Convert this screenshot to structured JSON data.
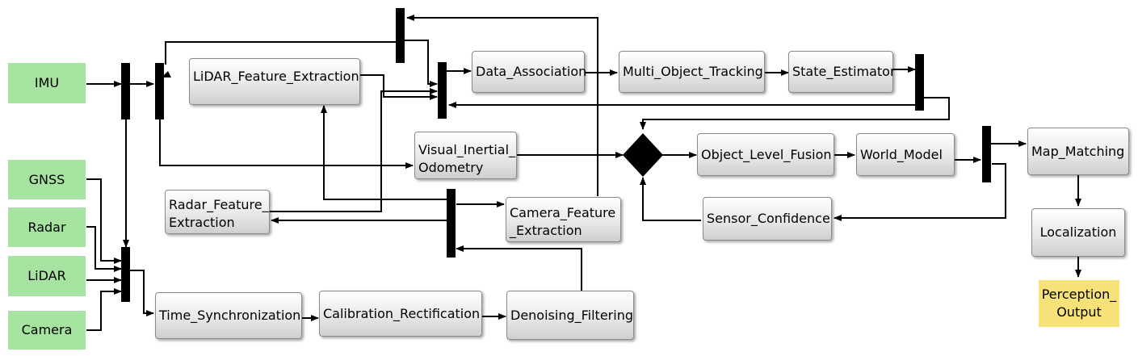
{
  "diagram": {
    "nodes": {
      "imu": "IMU",
      "gnss": "GNSS",
      "radar": "Radar",
      "lidar": "LiDAR",
      "camera": "Camera",
      "lidar_feature_extraction": "LiDAR_Feature_Extraction",
      "data_association": "Data_Association",
      "multi_object_tracking": "Multi_Object_Tracking",
      "state_estimator": "State_Estimator",
      "visual_inertial_odometry": "Visual_Inertial_\nOdometry",
      "object_level_fusion": "Object_Level_Fusion",
      "world_model": "World_Model",
      "map_matching": "Map_Matching",
      "radar_feature_extraction": "Radar_Feature_\nExtraction",
      "camera_feature_extraction": "Camera_Feature\n_Extraction",
      "sensor_confidence": "Sensor_Confidence",
      "localization": "Localization",
      "time_synchronization": "Time_Synchronization",
      "calibration_rectification": "Calibration_Rectification",
      "denoising_filtering": "Denoising_Filtering",
      "perception_output": "Perception_\nOutput"
    },
    "colors": {
      "source_fill": "#a6e3a1",
      "output_fill": "#f7e27a",
      "process_fill": "#e6e6e6",
      "connector": "#000000"
    }
  }
}
